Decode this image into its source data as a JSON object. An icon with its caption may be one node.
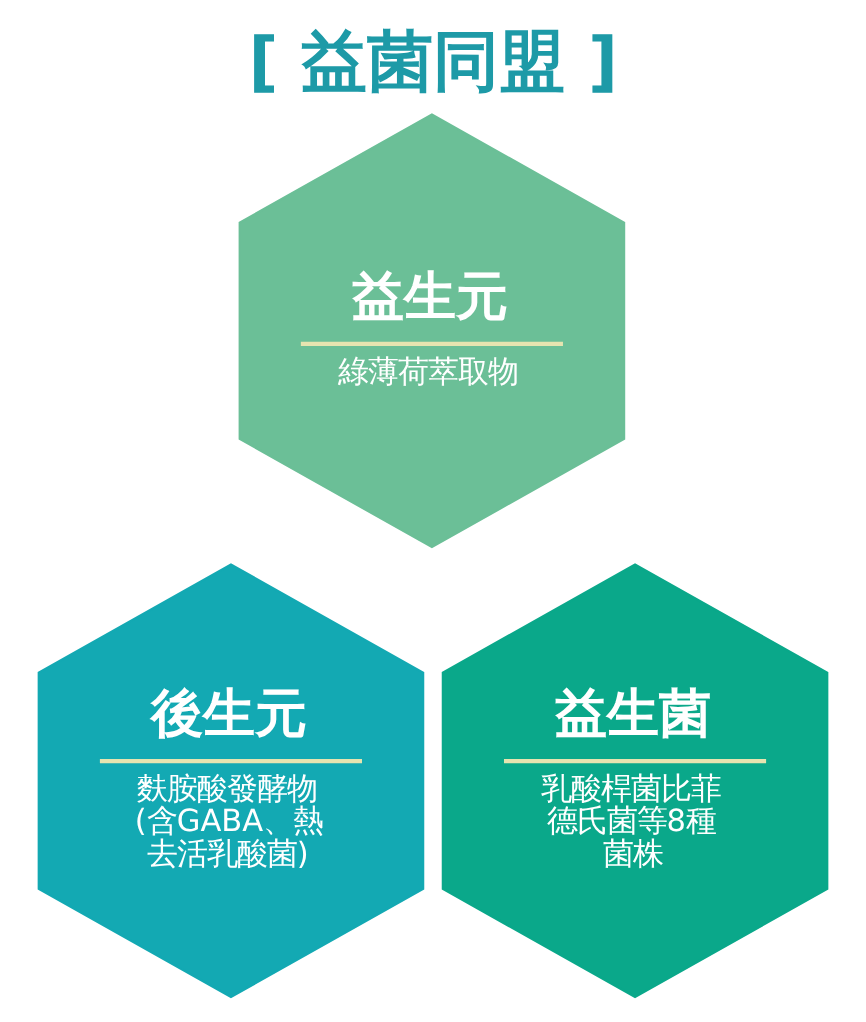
{
  "diagram": {
    "title": "[ 益菌同盟 ]",
    "nodes": [
      {
        "text": [
          "益生元",
          "綠薄荷萃取物"
        ]
      },
      {
        "text": [
          "後生元",
          "麩胺酸發酵物(含GABA、熱去活乳酸菌)"
        ]
      },
      {
        "text": [
          "益生菌",
          "乳酸桿菌比菲德氏菌等8種菌株"
        ]
      }
    ]
  }
}
